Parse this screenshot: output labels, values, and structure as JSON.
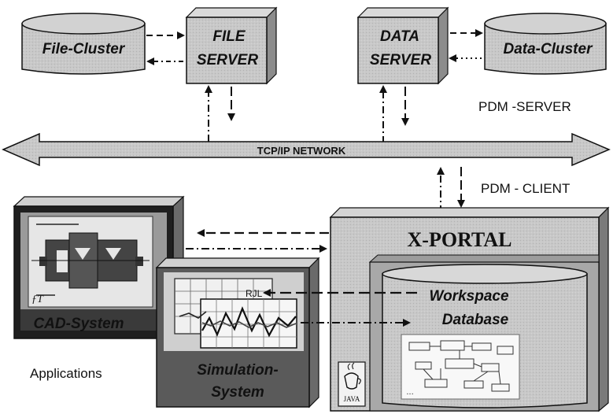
{
  "diagram": {
    "file_cluster": "File-Cluster",
    "file_server_line1": "FILE",
    "file_server_line2": "SERVER",
    "data_server_line1": "DATA",
    "data_server_line2": "SERVER",
    "data_cluster": "Data-Cluster",
    "pdm_server": "PDM -SERVER",
    "network": "TCP/IP NETWORK",
    "pdm_client": "PDM - CLIENT",
    "x_portal": "X-PORTAL",
    "workspace_line1": "Workspace",
    "workspace_line2": "Database",
    "cad_system": "CAD-System",
    "simulation_line1": "Simulation-",
    "simulation_line2": "System",
    "applications": "Applications",
    "java_logo": "JAVA",
    "screen_text": "RJL"
  },
  "colors": {
    "shade": "#c4c4c4",
    "shade_dark": "#8a8a8a",
    "shade_darker": "#4a4a4a",
    "line": "#111111"
  }
}
